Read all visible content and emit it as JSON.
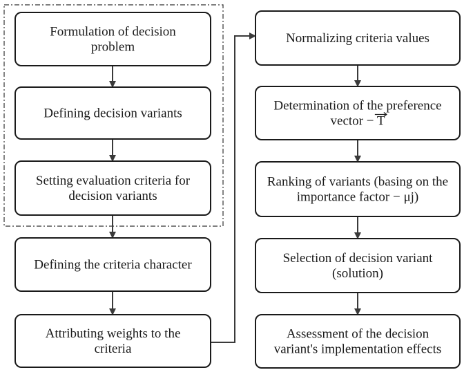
{
  "steps": [
    {
      "id": "formulation",
      "lines": [
        "Formulation of decision",
        "problem"
      ]
    },
    {
      "id": "variants",
      "lines": [
        "Defining decision variants"
      ]
    },
    {
      "id": "criteria",
      "lines": [
        "Setting evaluation criteria for",
        "decision variants"
      ]
    },
    {
      "id": "character",
      "lines": [
        "Defining the criteria character"
      ]
    },
    {
      "id": "weights",
      "lines": [
        "Attributing weights to the",
        "criteria"
      ]
    },
    {
      "id": "normalizing",
      "lines": [
        "Normalizing criteria values"
      ]
    },
    {
      "id": "preference",
      "lines": [
        "Determination of the preference",
        "vector − T"
      ]
    },
    {
      "id": "ranking",
      "lines": [
        "Ranking of variants (basing on the",
        "importance factor − μj)"
      ]
    },
    {
      "id": "selection",
      "lines": [
        "Selection of decision variant",
        "(solution)"
      ]
    },
    {
      "id": "assessment",
      "lines": [
        "Assessment of the decision",
        "variant's implementation effects"
      ]
    }
  ],
  "colors": {
    "stroke": "#1a1a1a",
    "arrow": "#3a3a3a",
    "background": "#ffffff"
  }
}
